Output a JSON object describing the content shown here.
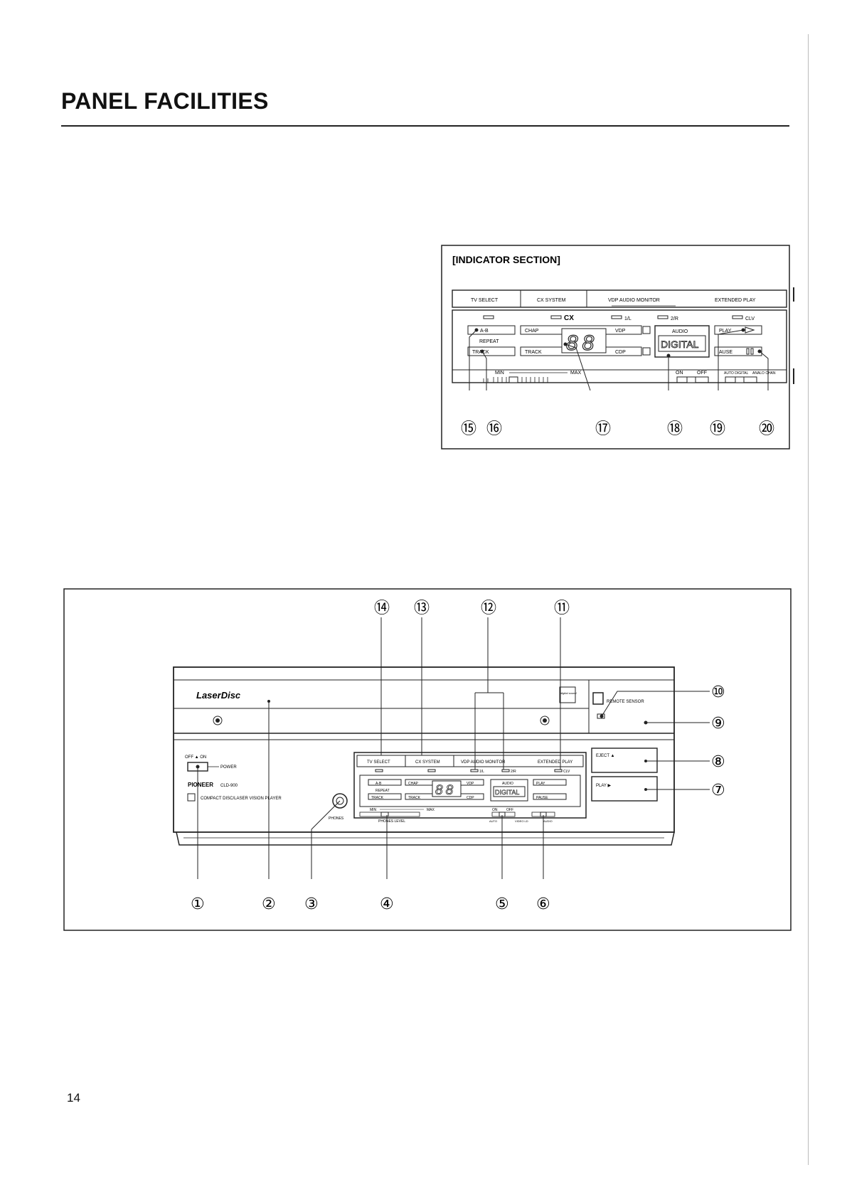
{
  "page": {
    "title": "PANEL FACILITIES",
    "number": "14"
  },
  "indicator_section": {
    "heading": "[INDICATOR SECTION]",
    "top_labels": [
      "TV SELECT",
      "CX SYSTEM",
      "VDP AUDIO MONITOR",
      "EXTENDED PLAY"
    ],
    "cx_label": "CX",
    "ch1": "1/L",
    "ch2": "2/R",
    "clv": "CLV",
    "ab": "A-B",
    "repeat": "REPEAT",
    "track": "TRACK",
    "chap": "CHAP",
    "vdp": "VDP",
    "cdp": "CDP",
    "digits": "88",
    "audio": "AUDIO",
    "digital": "DIGITAL",
    "play": "PLAY",
    "pause": "AUSE",
    "min": "MIN",
    "max": "MAX",
    "on": "ON",
    "off": "OFF",
    "auto_digital": "AUTO DIGITAL",
    "analog": "ANALO CHAN",
    "callouts": [
      "⑮",
      "⑯",
      "⑰",
      "⑱",
      "⑲",
      "⑳"
    ]
  },
  "front_panel": {
    "laserdisc_logo": "LaserDisc",
    "digital_sound": "digital sound",
    "remote_sensor": "REMOTE SENSOR",
    "power_switch": "OFF ▲ ON",
    "power_label": "POWER",
    "brand": "PIONEER",
    "model": "CLD-900",
    "player_desc": "COMPACT DISC/LASER VISION PLAYER",
    "phones": "PHONES",
    "phones_level": "PHONES LEVEL",
    "tv_select": "TV SELECT",
    "cx_system": "CX SYSTEM",
    "vdp_audio_monitor": "VDP AUDIO MONITOR",
    "extended_play": "EXTENDED PLAY",
    "eject": "EJECT ▲",
    "play_button": "PLAY ▶",
    "ch1": "1/L",
    "ch2": "2/R",
    "clv": "CLV",
    "chap": "CHAP",
    "vdp": "VDP",
    "track": "TRACK",
    "cdp": "CDP",
    "digits": "88",
    "audio": "AUDIO",
    "digital": "DIGITAL",
    "play": "PLAY",
    "pause": "PAUSE",
    "repeat": "REPEAT",
    "ab": "A-B",
    "min": "MIN",
    "max": "MAX",
    "on": "ON",
    "off": "OFF",
    "auto": "AUTO",
    "video": "VIDEO LD",
    "audio_sel": "AUDIO",
    "callouts_top": [
      "⑭",
      "⑬",
      "⑫",
      "⑪"
    ],
    "callouts_right": [
      "⑩",
      "⑨",
      "⑧",
      "⑦"
    ],
    "callouts_bottom": [
      "①",
      "②",
      "③",
      "④",
      "⑤",
      "⑥"
    ]
  }
}
